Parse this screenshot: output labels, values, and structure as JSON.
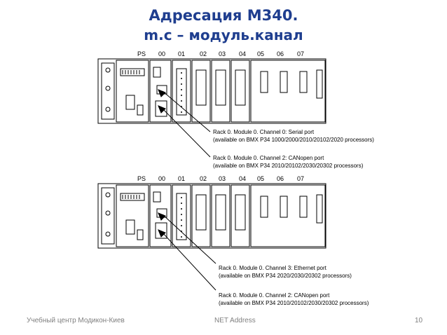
{
  "slide": {
    "title_line1": "Адресация M340.",
    "title_line2": "m.c – модуль.канал"
  },
  "rack1": {
    "slots": [
      "PS",
      "00",
      "01",
      "02",
      "03",
      "04",
      "05",
      "06",
      "07"
    ],
    "callout1_line1": "Rack 0. Module 0. Channel 0: Serial port",
    "callout1_line2": "(available on BMX P34 1000/2000/2010/20102/2020 processors)",
    "callout2_line1": "Rack 0. Module 0. Channel 2: CANopen port",
    "callout2_line2": "(available on BMX P34 2010/20102/2030/20302 processors)"
  },
  "rack2": {
    "slots": [
      "PS",
      "00",
      "01",
      "02",
      "03",
      "04",
      "05",
      "06",
      "07"
    ],
    "callout1_line1": "Rack 0. Module 0. Channel 3: Ethernet port",
    "callout1_line2": "(available on BMX P34 2020/2030/20302 processors)",
    "callout2_line1": "Rack 0. Module 0. Channel 2: CANopen port",
    "callout2_line2": "(available on BMX P34 2010/20102/2030/20302 processors)"
  },
  "footer": {
    "left": "Учебный центр Модикон-Киев",
    "center": "NET Address",
    "page": "10"
  }
}
